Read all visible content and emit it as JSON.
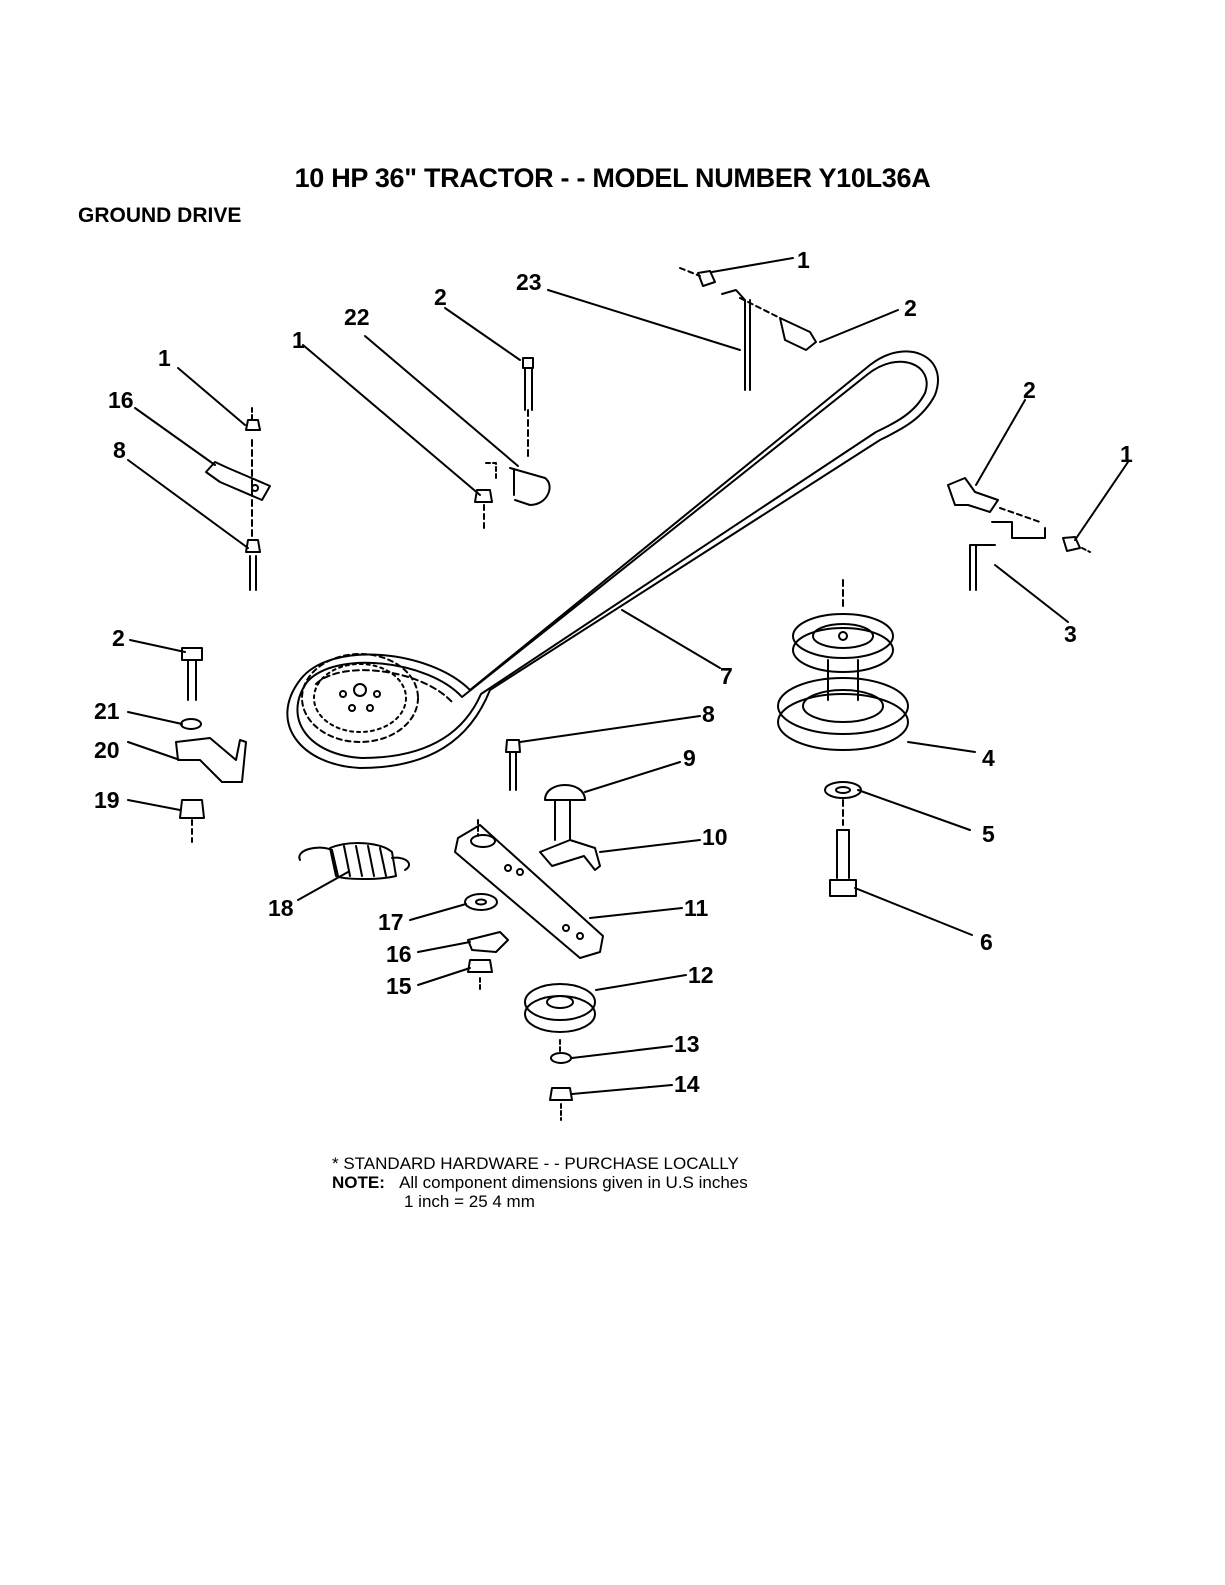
{
  "document": {
    "title": "10 HP 36\" TRACTOR - - MODEL NUMBER Y10L36A",
    "section": "GROUND DRIVE"
  },
  "callouts": [
    {
      "id": "c1a",
      "text": "1"
    },
    {
      "id": "c2a",
      "text": "2"
    },
    {
      "id": "c23",
      "text": "23"
    },
    {
      "id": "c2b",
      "text": "2"
    },
    {
      "id": "c22",
      "text": "22"
    },
    {
      "id": "c1b",
      "text": "1"
    },
    {
      "id": "c1c",
      "text": "1"
    },
    {
      "id": "c16a",
      "text": "16"
    },
    {
      "id": "c8a",
      "text": "8"
    },
    {
      "id": "c2c",
      "text": "2"
    },
    {
      "id": "c1d",
      "text": "1"
    },
    {
      "id": "c3",
      "text": "3"
    },
    {
      "id": "c7",
      "text": "7"
    },
    {
      "id": "c2d",
      "text": "2"
    },
    {
      "id": "c21",
      "text": "21"
    },
    {
      "id": "c20",
      "text": "20"
    },
    {
      "id": "c19",
      "text": "19"
    },
    {
      "id": "c8b",
      "text": "8"
    },
    {
      "id": "c9",
      "text": "9"
    },
    {
      "id": "c4",
      "text": "4"
    },
    {
      "id": "c10",
      "text": "10"
    },
    {
      "id": "c5",
      "text": "5"
    },
    {
      "id": "c11",
      "text": "11"
    },
    {
      "id": "c18",
      "text": "18"
    },
    {
      "id": "c17",
      "text": "17"
    },
    {
      "id": "c16b",
      "text": "16"
    },
    {
      "id": "c15",
      "text": "15"
    },
    {
      "id": "c12",
      "text": "12"
    },
    {
      "id": "c6",
      "text": "6"
    },
    {
      "id": "c13",
      "text": "13"
    },
    {
      "id": "c14",
      "text": "14"
    }
  ],
  "footer": {
    "line1": "* STANDARD HARDWARE - - PURCHASE LOCALLY",
    "note_label": "NOTE:",
    "note_text": "All component dimensions given in U.S  inches",
    "line3": "1 inch = 25 4 mm"
  }
}
